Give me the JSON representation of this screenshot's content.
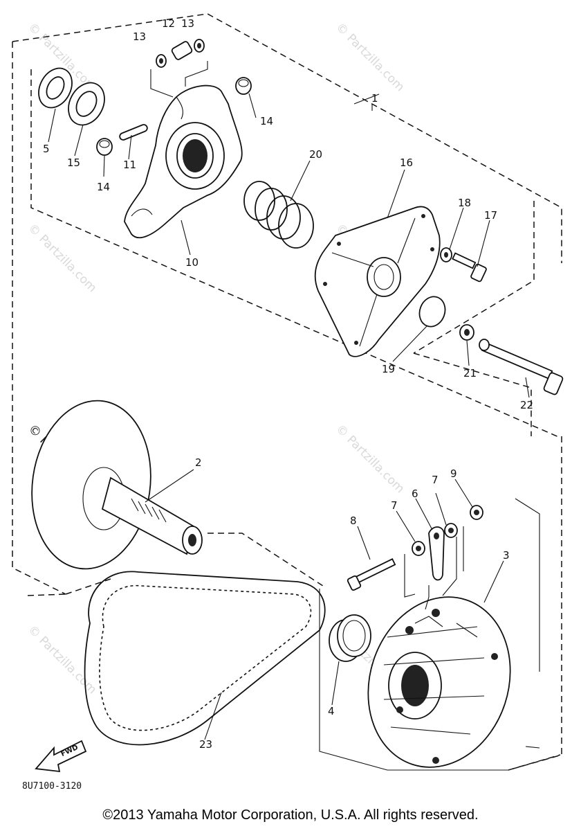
{
  "watermark": "© Partzilla.com",
  "figure_code": "8U7100-3120",
  "copyright": "©2013  Yamaha Motor Corporation, U.S.A. All rights reserved.",
  "fwd_label": "FWD",
  "callouts": {
    "c1": "1",
    "c2": "2",
    "c3": "3",
    "c4": "4",
    "c5": "5",
    "c6": "6",
    "c7a": "7",
    "c7b": "7",
    "c8": "8",
    "c9": "9",
    "c10": "10",
    "c11": "11",
    "c12": "12",
    "c13a": "13",
    "c13b": "13",
    "c14a": "14",
    "c14b": "14",
    "c15": "15",
    "c16": "16",
    "c17": "17",
    "c18": "18",
    "c19": "19",
    "c20": "20",
    "c21": "21",
    "c22": "22",
    "c23": "23"
  }
}
